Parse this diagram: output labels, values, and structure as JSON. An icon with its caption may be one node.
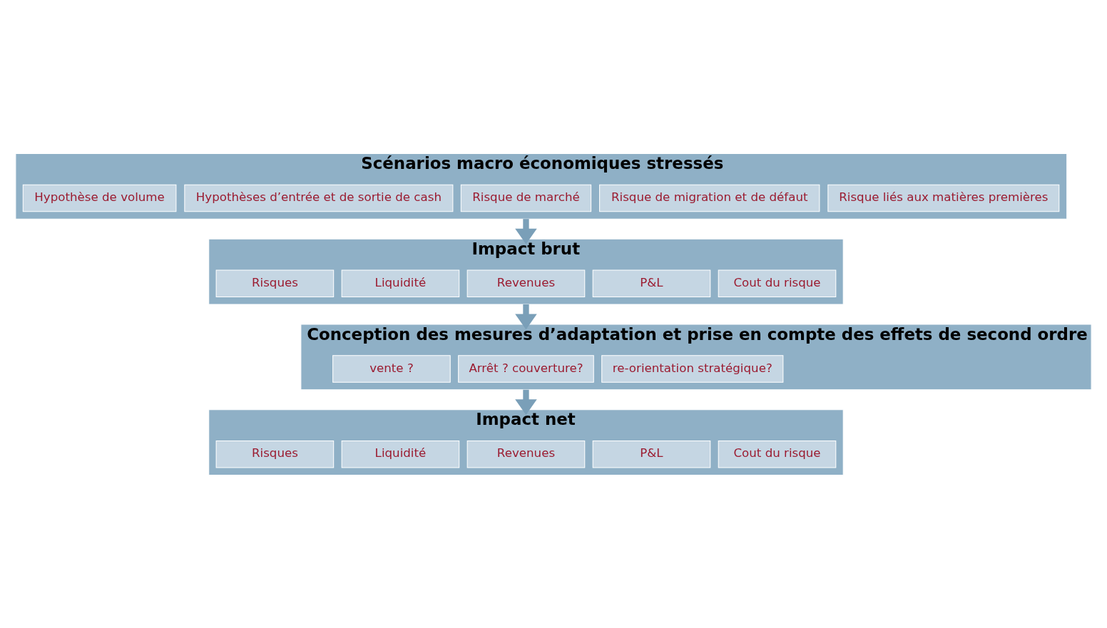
{
  "diagram": {
    "nodes": [
      {
        "text": [
          "Scénarios macro économiques stressés"
        ]
      },
      {
        "text": [
          "Hypothèse de volume"
        ],
        "in": 0
      },
      {
        "text": [
          "Hypothèses d’entrée et de sortie de cash"
        ],
        "in": 0
      },
      {
        "text": [
          "Risque de marché"
        ],
        "in": 0
      },
      {
        "text": [
          "Risque de migration et de défaut"
        ],
        "in": 0
      },
      {
        "text": [
          "Risque liés aux matières premières"
        ],
        "in": 0
      },
      {
        "text": [
          "Impact brut"
        ]
      },
      {
        "text": [
          "Risques"
        ],
        "in": 6
      },
      {
        "text": [
          "Liquidité"
        ],
        "in": 6
      },
      {
        "text": [
          "Revenues"
        ],
        "in": 6
      },
      {
        "text": [
          "P&L"
        ],
        "in": 6
      },
      {
        "text": [
          "Cout du risque"
        ],
        "in": 6
      },
      {
        "text": [
          "Conception des mesures d’adaptation et prise en compte des effets de second ordre"
        ]
      },
      {
        "text": [
          "vente ?"
        ],
        "in": 12
      },
      {
        "text": [
          "Arrêt ? couverture?"
        ],
        "in": 12
      },
      {
        "text": [
          "re-orientation stratégique?"
        ],
        "in": 12
      },
      {
        "text": [
          "Impact net"
        ]
      },
      {
        "text": [
          "Risques"
        ],
        "in": 16
      },
      {
        "text": [
          "Liquidité"
        ],
        "in": 16
      },
      {
        "text": [
          "Revenues"
        ],
        "in": 16
      },
      {
        "text": [
          "P&L"
        ],
        "in": 16
      },
      {
        "text": [
          "Cout du risque"
        ],
        "in": 16
      }
    ],
    "edges": [
      {
        "from": 0,
        "to": 6,
        "arrow": "to"
      },
      {
        "from": 6,
        "to": 12,
        "arrow": "to"
      },
      {
        "from": 12,
        "to": 16,
        "arrow": "to"
      }
    ]
  }
}
